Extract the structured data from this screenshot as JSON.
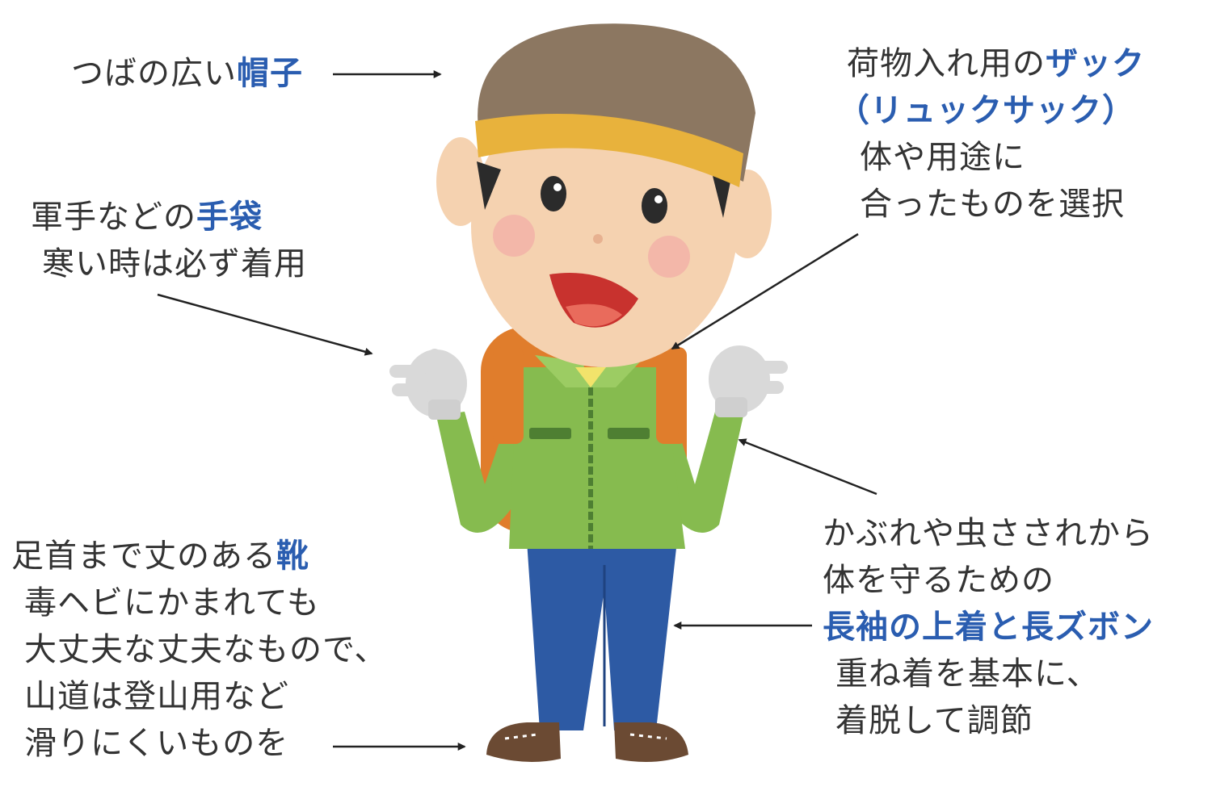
{
  "colors": {
    "text": "#333333",
    "keyword": "#2a5db0",
    "arrow": "#222222",
    "hat": "#8c7761",
    "hat_band": "#e8b23c",
    "skin": "#f5d2b0",
    "hair": "#2b2b2b",
    "jacket": "#86bb4f",
    "jacket_dark": "#4e7f32",
    "backpack": "#e07d2c",
    "pants": "#2d5aa4",
    "glove": "#d9d9d9",
    "shoe": "#6b4a33"
  },
  "labels": {
    "hat": {
      "pre": "つばの広い",
      "kw": "帽子"
    },
    "gloves": {
      "pre": "軍手などの",
      "kw": "手袋",
      "note": "寒い時は必ず着用"
    },
    "backpack": {
      "pre": "荷物入れ用の",
      "kw": "ザック",
      "kw2": "（リュックサック）",
      "note1": "体や用途に",
      "note2": "合ったものを選択"
    },
    "clothes": {
      "note1": "かぶれや虫さされから",
      "note2": "体を守るための",
      "kw": "長袖の上着と長ズボン",
      "note3": "重ね着を基本に、",
      "note4": "着脱して調節"
    },
    "shoes": {
      "pre": "足首まで丈のある",
      "kw": "靴",
      "note1": "毒ヘビにかまれても",
      "note2": "大丈夫な丈夫なもので、",
      "note3": "山道は登山用など",
      "note4": "滑りにくいものを"
    }
  }
}
